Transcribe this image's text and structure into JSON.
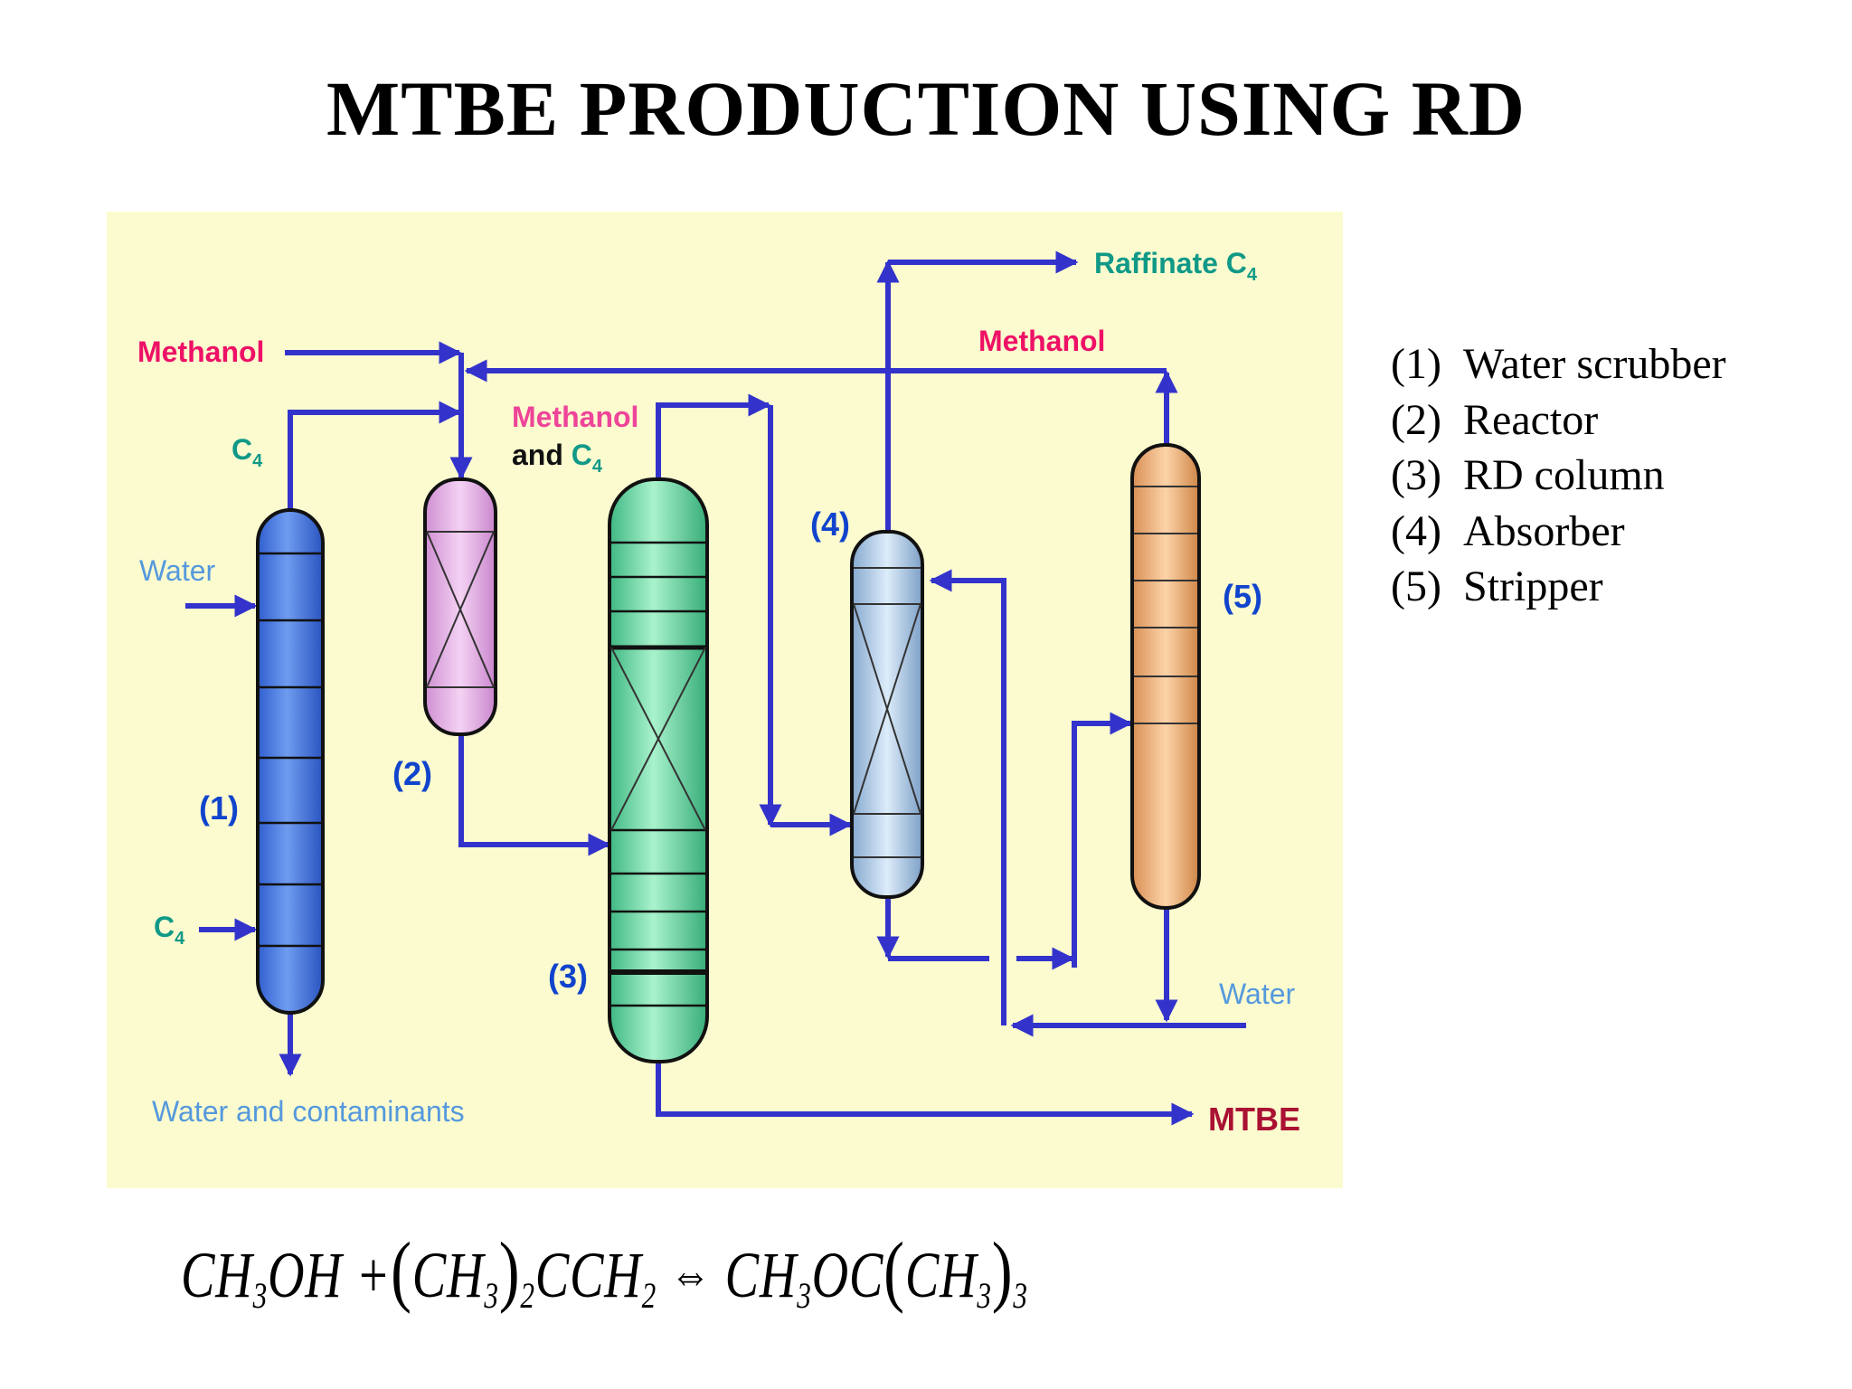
{
  "title": "MTBE PRODUCTION USING RD",
  "colors": {
    "background_panel": "#fbfbcf",
    "pipe": "#3333cc",
    "label_red": "#ee1166",
    "label_magenta": "#ee4499",
    "label_teal": "#119988",
    "label_lightblue": "#5599dd",
    "label_blue": "#1144cc",
    "label_darkred": "#aa1133",
    "unit_scrubber": "#4477dd",
    "unit_reactor": "#e8b6e8",
    "unit_rd_column": "#77ddaa",
    "unit_absorber": "#aaccee",
    "unit_stripper": "#f2b880"
  },
  "streams": {
    "methanol_feed": "Methanol",
    "c4_top_main": "C",
    "c4_top_sub": "4",
    "water_feed": "Water",
    "c4_bottom_main": "C",
    "c4_bottom_sub": "4",
    "water_and_contaminants": "Water and contaminants",
    "methanol_and_c4_line1": "Methanol",
    "methanol_and_c4_line2_and": "and ",
    "methanol_and_c4_line2_c": "C",
    "methanol_and_c4_line2_sub": "4",
    "methanol_recycle": "Methanol",
    "raffinate_main": "Raffinate C",
    "raffinate_sub": "4",
    "water_stripper": "Water",
    "mtbe_product": "MTBE"
  },
  "unit_tags": {
    "scrubber": "(1)",
    "reactor": "(2)",
    "rd_column": "(3)",
    "absorber": "(4)",
    "stripper": "(5)"
  },
  "legend": [
    {
      "num": "(1)",
      "name": "Water scrubber"
    },
    {
      "num": "(2)",
      "name": "Reactor"
    },
    {
      "num": "(3)",
      "name": "RD column"
    },
    {
      "num": "(4)",
      "name": "Absorber"
    },
    {
      "num": "(5)",
      "name": "Stripper"
    }
  ],
  "equation": {
    "ch": "CH",
    "sub3": "3",
    "oh": "OH",
    "plus": " +",
    "open_paren": "(",
    "close_paren": ")",
    "sub2": "2",
    "cch": "CCH",
    "arrow": "⇔",
    "oc": "OC"
  }
}
